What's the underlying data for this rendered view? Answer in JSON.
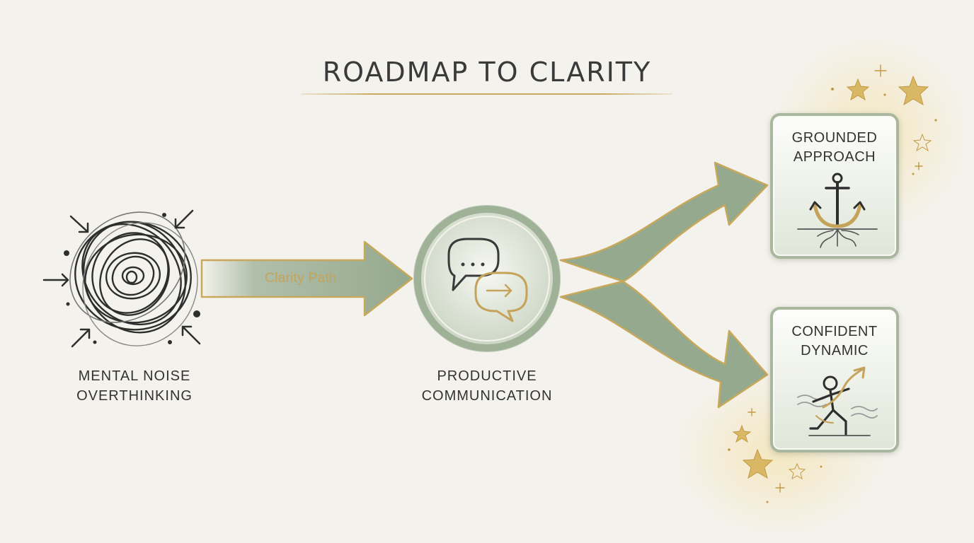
{
  "title": "ROADMAP TO CLARITY",
  "start": {
    "line1": "MENTAL NOISE",
    "line2": "OVERTHINKING",
    "icon": "tangle-icon"
  },
  "path_label": "Clarity Path",
  "middle": {
    "line1": "PRODUCTIVE",
    "line2": "COMMUNICATION",
    "icon": "chat-bubbles-icon"
  },
  "outcomes": [
    {
      "line1": "GROUNDED",
      "line2": "APPROACH",
      "icon": "anchor-icon"
    },
    {
      "line1": "CONFIDENT",
      "line2": "DYNAMIC",
      "icon": "rising-person-icon"
    }
  ],
  "colors": {
    "background": "#f4f2ec",
    "arrow_fill": "#94a98e",
    "gold": "#c8a85a",
    "box_border": "#a9b79f",
    "text": "#333333"
  }
}
